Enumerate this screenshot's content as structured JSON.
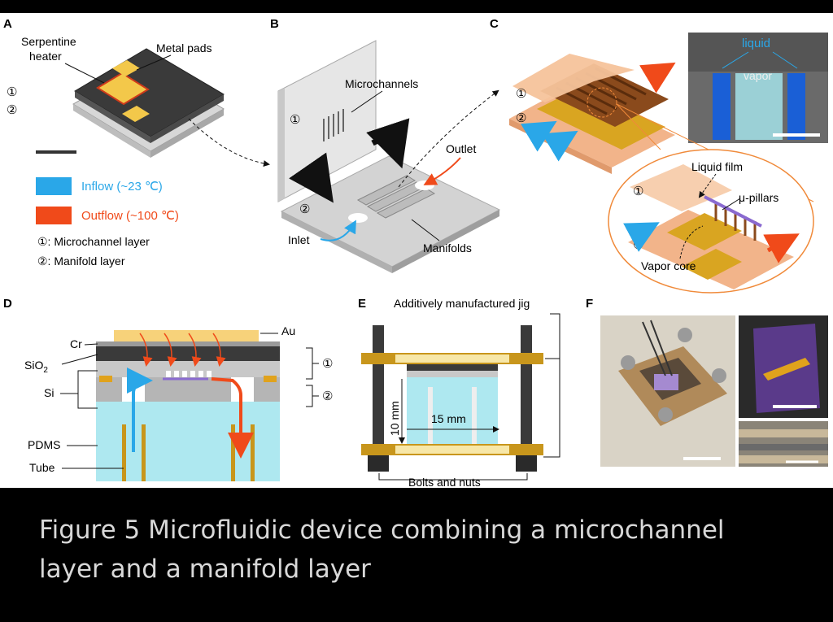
{
  "panels": {
    "a": {
      "letter": "A",
      "serpentine_line1": "Serpentine",
      "serpentine_line2": "heater",
      "metal_pads": "Metal pads",
      "circle1": "①",
      "circle2": "②",
      "legend": {
        "inflow": "Inflow (~23 ℃)",
        "outflow": "Outflow (~100 ℃)",
        "inflow_color": "#2aa7e8",
        "outflow_color": "#f04a1a"
      },
      "note1": "①: Microchannel layer",
      "note2": "②: Manifold layer"
    },
    "b": {
      "letter": "B",
      "microchannels": "Microchannels",
      "outlet": "Outlet",
      "inlet": "Inlet",
      "manifolds": "Manifolds",
      "circle1": "①",
      "circle2": "②"
    },
    "c": {
      "letter": "C",
      "liquid": "liquid",
      "vapor": "vapor",
      "liquid_film": "Liquid film",
      "pillars": "μ-pillars",
      "vapor_core": "Vapor core",
      "circle1": "①",
      "circle2": "②"
    },
    "d": {
      "letter": "D",
      "au": "Au",
      "cr": "Cr",
      "sio2": "SiO",
      "sio2_sub": "2",
      "si": "Si",
      "pdms": "PDMS",
      "tube": "Tube",
      "circle1": "①",
      "circle2": "②"
    },
    "e": {
      "letter": "E",
      "jig": "Additively manufactured jig",
      "dim_10": "10 mm",
      "dim_15": "15 mm",
      "bolts": "Bolts and nuts"
    },
    "f": {
      "letter": "F"
    }
  },
  "caption": {
    "line1": "Figure 5 Microfluidic device combining a microchannel",
    "line2": "layer and a manifold layer"
  }
}
